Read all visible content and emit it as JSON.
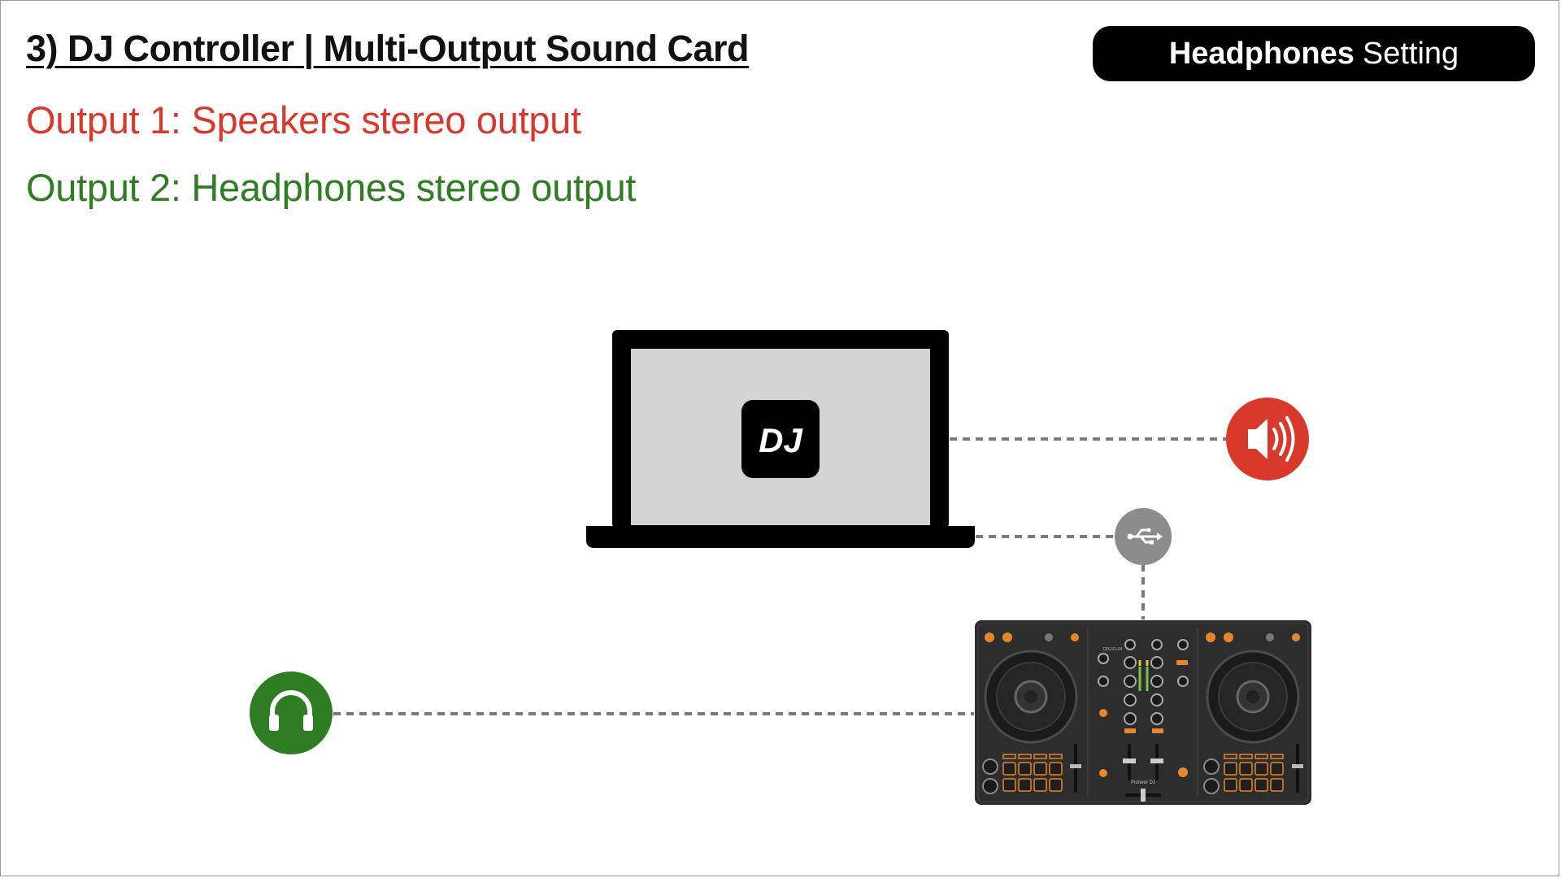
{
  "slide": {
    "title": "3) DJ Controller | Multi-Output Sound Card",
    "badge": {
      "bold": "Headphones",
      "regular": "Setting"
    },
    "outputs": [
      {
        "label": "Output 1: Speakers stereo output",
        "color": "#d9392a"
      },
      {
        "label": "Output 2: Headphones stereo output",
        "color": "#2f7d22"
      }
    ]
  },
  "diagram": {
    "nodes": [
      {
        "id": "laptop",
        "icon": "laptop-icon",
        "app_logo": "DJ"
      },
      {
        "id": "speaker",
        "icon": "speaker-icon",
        "color": "#d9392a"
      },
      {
        "id": "usb",
        "icon": "usb-icon",
        "color": "#8c8c8c"
      },
      {
        "id": "controller",
        "icon": "dj-controller-icon",
        "brand": "Pioneer DJ",
        "model": "DDJ-FLX4"
      },
      {
        "id": "headphones",
        "icon": "headphones-icon",
        "color": "#2f7d22"
      }
    ],
    "links": [
      {
        "from": "laptop",
        "to": "speaker",
        "style": "dashed"
      },
      {
        "from": "laptop",
        "to": "usb",
        "style": "dashed"
      },
      {
        "from": "usb",
        "to": "controller",
        "style": "dashed"
      },
      {
        "from": "controller",
        "to": "headphones",
        "style": "dashed"
      }
    ]
  }
}
